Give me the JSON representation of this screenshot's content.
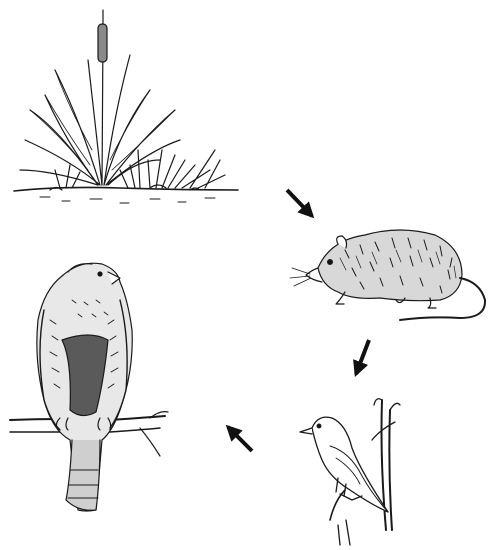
{
  "diagram": {
    "type": "food-chain",
    "nodes": [
      {
        "id": "plant",
        "icon": "plant-icon"
      },
      {
        "id": "rat",
        "icon": "rat-icon"
      },
      {
        "id": "bird",
        "icon": "songbird-icon"
      },
      {
        "id": "hawk",
        "icon": "hawk-icon"
      }
    ],
    "edges": [
      {
        "from": "plant",
        "to": "rat"
      },
      {
        "from": "rat",
        "to": "bird"
      },
      {
        "from": "bird",
        "to": "hawk"
      }
    ],
    "colors": {
      "ink": "#1a1a1a",
      "background": "#ffffff"
    }
  }
}
